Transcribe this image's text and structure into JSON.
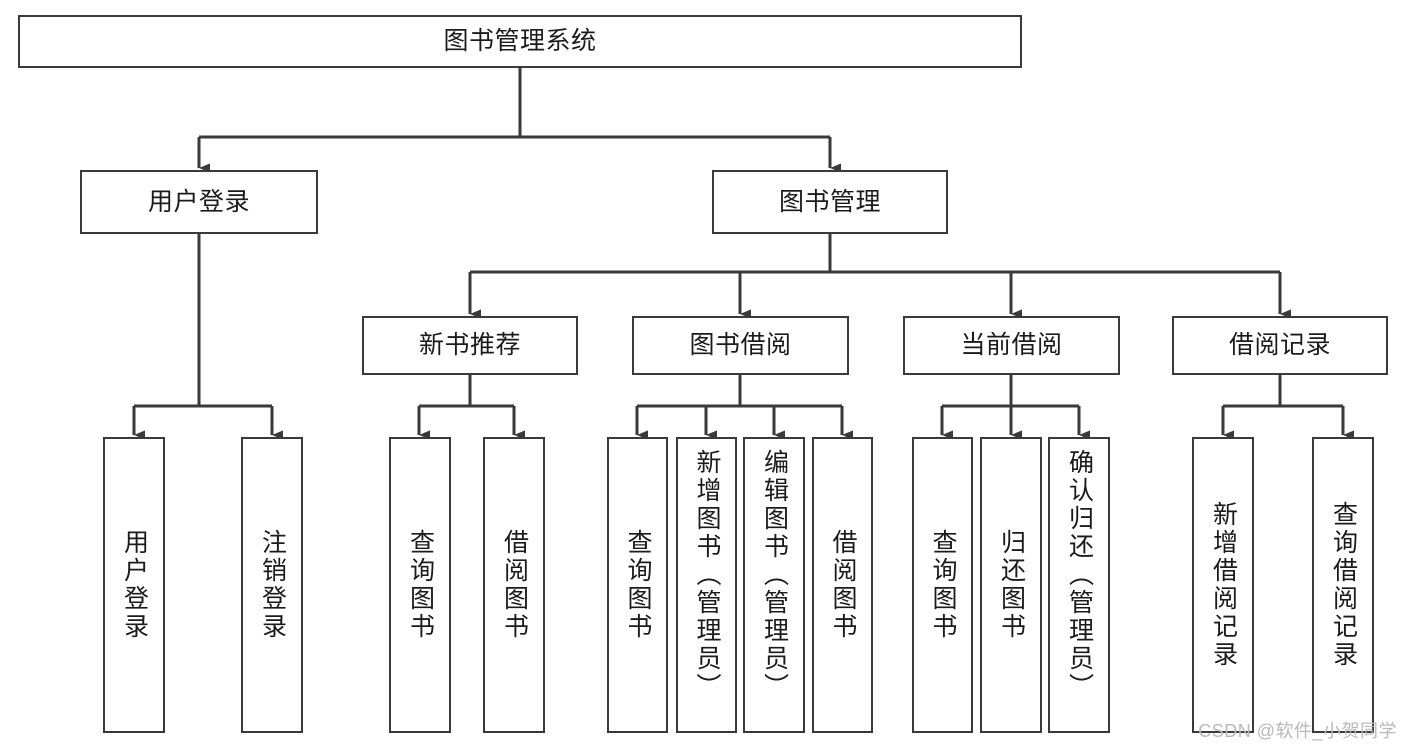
{
  "diagram": {
    "title": "图书管理系统",
    "watermark": "CSDN @软件_小贺同学",
    "style": {
      "border_color": "#3a3a3a",
      "background": "#ffffff",
      "text_color": "#1b1b1b",
      "watermark_color": "#b9b9b9"
    },
    "levels": {
      "root": "图书管理系统",
      "level2": [
        "用户登录",
        "图书管理"
      ],
      "level3": [
        "新书推荐",
        "图书借阅",
        "当前借阅",
        "借阅记录"
      ]
    },
    "nodes": {
      "root": {
        "label": "图书管理系统"
      },
      "user_login": {
        "label": "用户登录"
      },
      "book_manage": {
        "label": "图书管理"
      },
      "new_book_rec": {
        "label": "新书推荐"
      },
      "book_borrow": {
        "label": "图书借阅"
      },
      "current_borrow": {
        "label": "当前借阅"
      },
      "borrow_record": {
        "label": "借阅记录"
      },
      "leaf_user_login": {
        "label": "用户登录"
      },
      "leaf_user_logout": {
        "label": "注销登录"
      },
      "leaf_nb_query": {
        "label": "查询图书"
      },
      "leaf_nb_borrow": {
        "label": "借阅图书"
      },
      "leaf_bb_query": {
        "label": "查询图书"
      },
      "leaf_bb_add": {
        "label": "新增图书（管理员）"
      },
      "leaf_bb_edit": {
        "label": "编辑图书（管理员）"
      },
      "leaf_bb_borrow": {
        "label": "借阅图书"
      },
      "leaf_cb_query": {
        "label": "查询图书"
      },
      "leaf_cb_return": {
        "label": "归还图书"
      },
      "leaf_cb_confirm": {
        "label": "确认归还（管理员）"
      },
      "leaf_br_add": {
        "label": "新增借阅记录"
      },
      "leaf_br_query": {
        "label": "查询借阅记录"
      }
    },
    "tree": {
      "图书管理系统": {
        "用户登录": [
          "用户登录",
          "注销登录"
        ],
        "图书管理": {
          "新书推荐": [
            "查询图书",
            "借阅图书"
          ],
          "图书借阅": [
            "查询图书",
            "新增图书（管理员）",
            "编辑图书（管理员）",
            "借阅图书"
          ],
          "当前借阅": [
            "查询图书",
            "归还图书",
            "确认归还（管理员）"
          ],
          "借阅记录": [
            "新增借阅记录",
            "查询借阅记录"
          ]
        }
      }
    }
  }
}
